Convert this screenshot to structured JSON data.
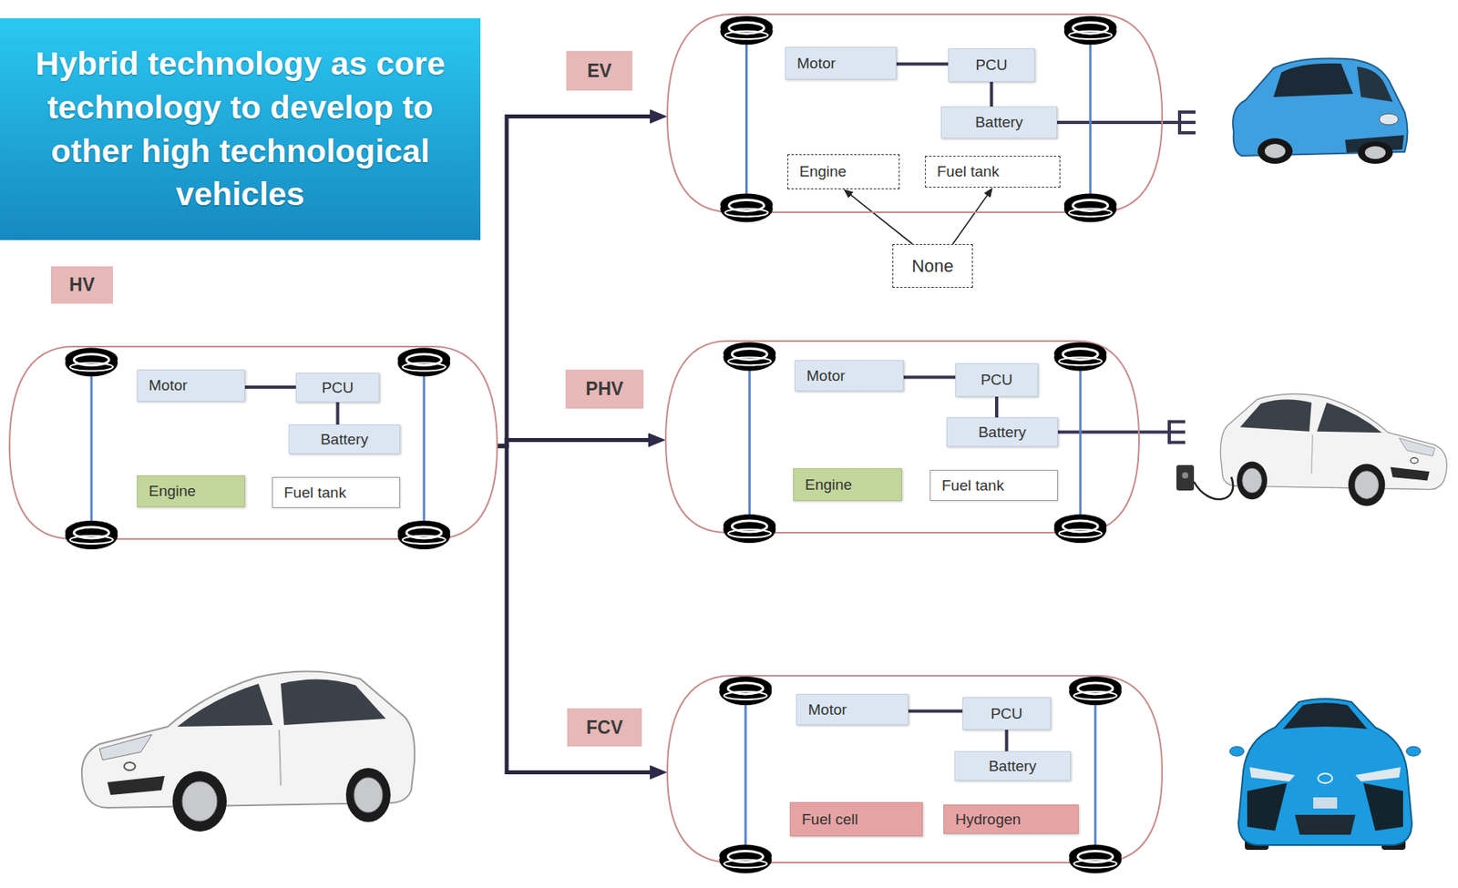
{
  "diagram": {
    "title": "Hybrid technology as core technology to develop to other high technological vehicles",
    "nodes": [
      {
        "text": [
          "HV"
        ]
      },
      {
        "text": [
          "Motor"
        ],
        "in": 0
      },
      {
        "text": [
          "PCU"
        ],
        "in": 0
      },
      {
        "text": [
          "Battery"
        ],
        "in": 0
      },
      {
        "text": [
          "Engine"
        ],
        "in": 0
      },
      {
        "text": [
          "Fuel tank"
        ],
        "in": 0
      },
      {
        "text": [
          "EV"
        ]
      },
      {
        "text": [
          "Motor"
        ],
        "in": 6
      },
      {
        "text": [
          "PCU"
        ],
        "in": 6
      },
      {
        "text": [
          "Battery"
        ],
        "in": 6
      },
      {
        "text": [
          "Engine"
        ],
        "in": 6
      },
      {
        "text": [
          "Fuel tank"
        ],
        "in": 6
      },
      {
        "text": [
          "None"
        ]
      },
      {
        "text": [
          "PHV"
        ]
      },
      {
        "text": [
          "Motor"
        ],
        "in": 13
      },
      {
        "text": [
          "PCU"
        ],
        "in": 13
      },
      {
        "text": [
          "Battery"
        ],
        "in": 13
      },
      {
        "text": [
          "Engine"
        ],
        "in": 13
      },
      {
        "text": [
          "Fuel tank"
        ],
        "in": 13
      },
      {
        "text": [
          "FCV"
        ]
      },
      {
        "text": [
          "Motor"
        ],
        "in": 19
      },
      {
        "text": [
          "PCU"
        ],
        "in": 19
      },
      {
        "text": [
          "Battery"
        ],
        "in": 19
      },
      {
        "text": [
          "Fuel cell"
        ],
        "in": 19
      },
      {
        "text": [
          "Hydrogen"
        ],
        "in": 19
      }
    ],
    "edges": [
      {
        "from": 0,
        "to": 6,
        "arrow": "to"
      },
      {
        "from": 0,
        "to": 13,
        "arrow": "to"
      },
      {
        "from": 0,
        "to": 19,
        "arrow": "to"
      },
      {
        "from": 1,
        "to": 2,
        "arrow": "none"
      },
      {
        "from": 2,
        "to": 3,
        "arrow": "none"
      },
      {
        "from": 7,
        "to": 8,
        "arrow": "none"
      },
      {
        "from": 8,
        "to": 9,
        "arrow": "none"
      },
      {
        "from": 12,
        "to": 10,
        "arrow": "to"
      },
      {
        "from": 12,
        "to": 11,
        "arrow": "to"
      },
      {
        "from": 14,
        "to": 15,
        "arrow": "none"
      },
      {
        "from": 15,
        "to": 16,
        "arrow": "none"
      },
      {
        "from": 20,
        "to": 21,
        "arrow": "none"
      },
      {
        "from": 21,
        "to": 22,
        "arrow": "none"
      }
    ]
  }
}
